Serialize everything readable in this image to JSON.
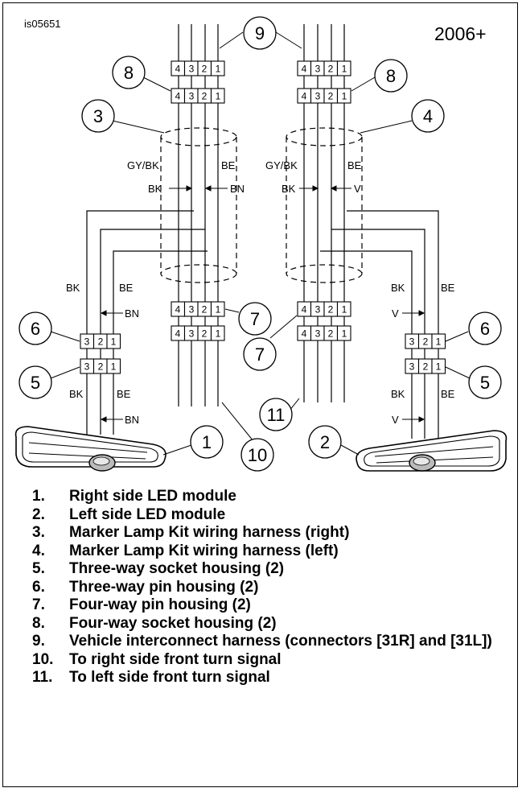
{
  "figure": {
    "id_label": "is05651",
    "model_year": "2006+"
  },
  "callouts": {
    "c1": "1",
    "c2": "2",
    "c3": "3",
    "c4": "4",
    "c5": "5",
    "c6": "6",
    "c7": "7",
    "c8": "8",
    "c9": "9",
    "c10": "10",
    "c11": "11"
  },
  "pins": {
    "four_way": [
      "4",
      "3",
      "2",
      "1"
    ],
    "three_way": [
      "3",
      "2",
      "1"
    ]
  },
  "wire_colors": {
    "gy_bk": "GY/BK",
    "be": "BE",
    "bk": "BK",
    "bn": "BN",
    "v": "V"
  },
  "legend": [
    {
      "num": "1.",
      "text": "Right side LED module"
    },
    {
      "num": "2.",
      "text": "Left side LED module"
    },
    {
      "num": "3.",
      "text": "Marker Lamp Kit wiring harness (right)"
    },
    {
      "num": "4.",
      "text": "Marker Lamp Kit wiring harness (left)"
    },
    {
      "num": "5.",
      "text": "Three-way socket housing (2)"
    },
    {
      "num": "6.",
      "text": "Three-way pin housing (2)"
    },
    {
      "num": "7.",
      "text": "Four-way pin housing (2)"
    },
    {
      "num": "8.",
      "text": "Four-way socket housing (2)"
    },
    {
      "num": "9.",
      "text": "Vehicle interconnect harness (connectors [31R] and [31L])"
    },
    {
      "num": "10.",
      "text": "To right side front turn signal"
    },
    {
      "num": "11.",
      "text": "To left side front turn signal"
    }
  ]
}
